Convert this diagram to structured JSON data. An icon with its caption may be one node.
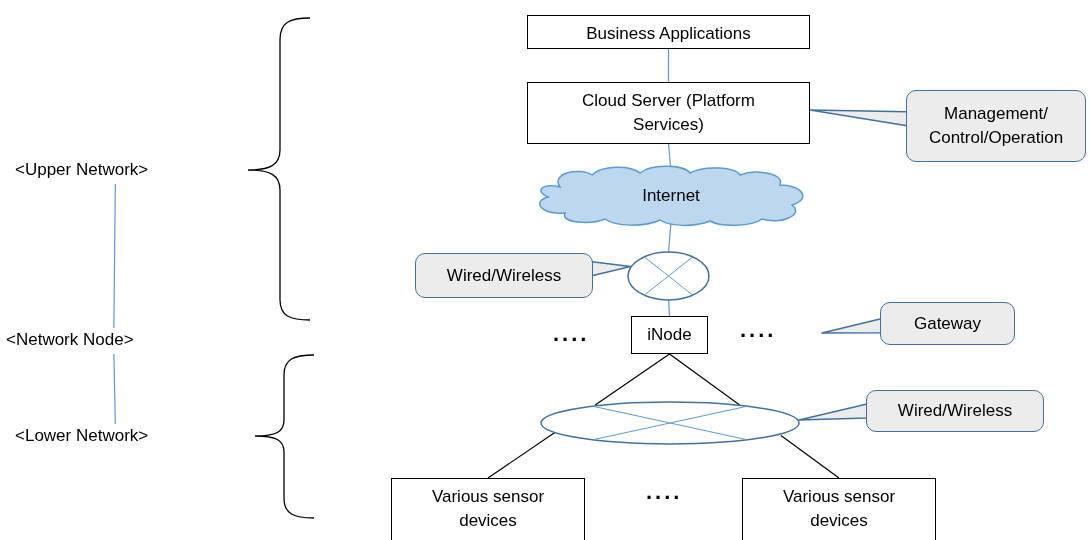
{
  "diagram": {
    "nodes": [
      {
        "text": [
          "Business Applications"
        ]
      },
      {
        "text": [
          "Cloud Server (Platform Services)"
        ]
      },
      {
        "text": [
          "Internet"
        ]
      },
      {
        "text": [],
        "shape": "circle"
      },
      {
        "text": [
          "iNode"
        ]
      },
      {
        "text": [],
        "shape": "circle"
      },
      {
        "text": [
          "Various sensor devices"
        ]
      },
      {
        "text": [
          "Various sensor devices"
        ]
      },
      {
        "text": [
          "Management/ Control/Operation"
        ]
      },
      {
        "text": [
          "Wired/Wireless"
        ]
      },
      {
        "text": [
          "Gateway"
        ]
      },
      {
        "text": [
          "Wired/Wireless"
        ]
      },
      {
        "text": [
          "<Upper Network>"
        ]
      },
      {
        "text": [
          "<Network Node>"
        ]
      },
      {
        "text": [
          "<Lower Network>"
        ]
      }
    ],
    "edges": [
      {
        "from": 0,
        "to": 1,
        "arrow": "none"
      },
      {
        "from": 1,
        "to": 2,
        "arrow": "none"
      },
      {
        "from": 2,
        "to": 3,
        "arrow": "none"
      },
      {
        "from": 3,
        "to": 4,
        "arrow": "none"
      },
      {
        "from": 4,
        "to": 5,
        "arrow": "none",
        "color": "#000000"
      },
      {
        "from": 4,
        "to": 5,
        "arrow": "none",
        "color": "#000000"
      },
      {
        "from": 5,
        "to": 6,
        "arrow": "none",
        "color": "#000000"
      },
      {
        "from": 5,
        "to": 7,
        "arrow": "none",
        "color": "#000000"
      },
      {
        "from": 8,
        "to": 1,
        "arrow": "to",
        "color": "#41719c"
      },
      {
        "from": 9,
        "to": 3,
        "arrow": "to",
        "color": "#41719c"
      },
      {
        "from": 10,
        "to": null,
        "arrow": "to",
        "color": "#41719c"
      },
      {
        "from": 11,
        "to": 5,
        "arrow": "to",
        "color": "#41719c"
      },
      {
        "from": 12,
        "to": 13,
        "arrow": "none"
      },
      {
        "from": 13,
        "to": 14,
        "arrow": "none"
      }
    ],
    "labels": [
      "....",
      "....",
      "...."
    ]
  }
}
